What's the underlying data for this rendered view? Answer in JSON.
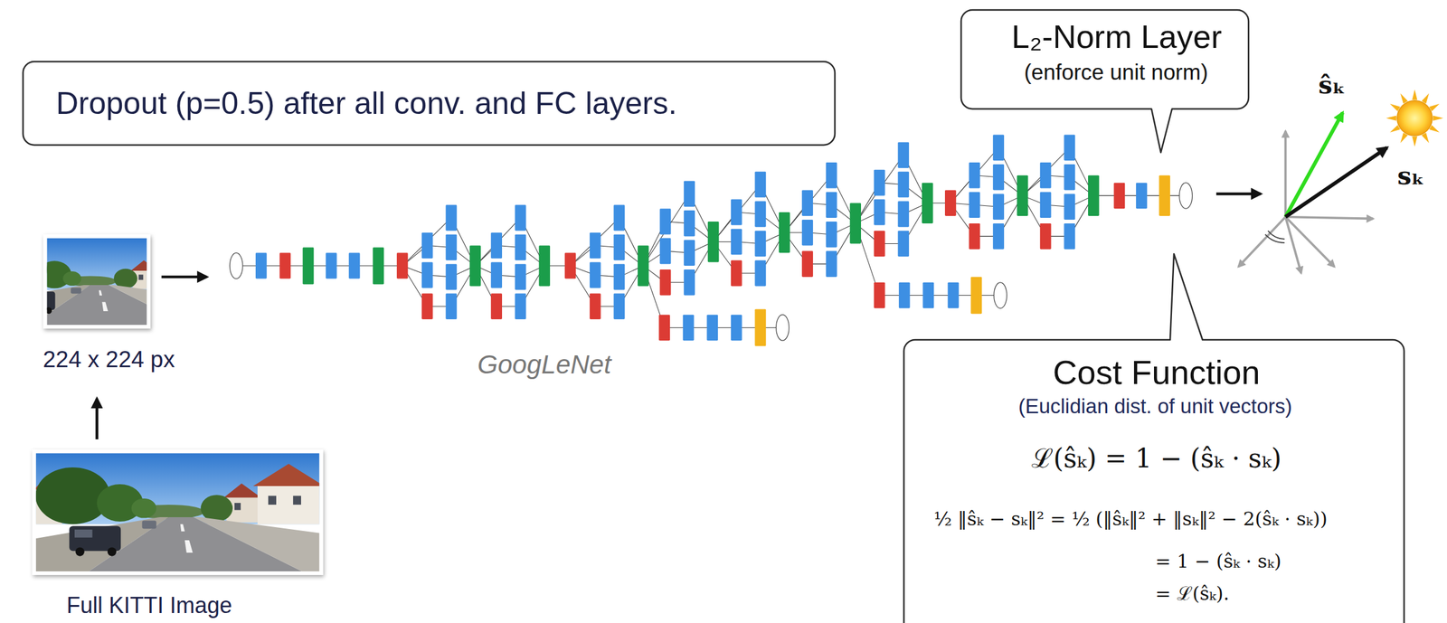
{
  "diagram": {
    "nodes": [
      {
        "text": [
          "Dropout (p=0.5) after all conv. and FC layers."
        ]
      },
      {
        "text": [
          "L₂-Norm Layer",
          "(enforce unit norm)"
        ]
      },
      {
        "text": [
          "Cost Function",
          "(Euclidian dist. of unit vectors)",
          "ℒ(ŝₖ) = 1 − (ŝₖ · sₖ)",
          "½ ‖ŝₖ − sₖ‖² = ½ (‖ŝₖ‖² + ‖sₖ‖² − 2(ŝₖ · sₖ))",
          "= 1 − (ŝₖ · sₖ)",
          "= ℒ(ŝₖ)."
        ]
      }
    ],
    "labels": [
      "224 x 224 px",
      "Full KITTI Image",
      "GoogLeNet",
      "ŝₖ",
      "sₖ"
    ]
  }
}
